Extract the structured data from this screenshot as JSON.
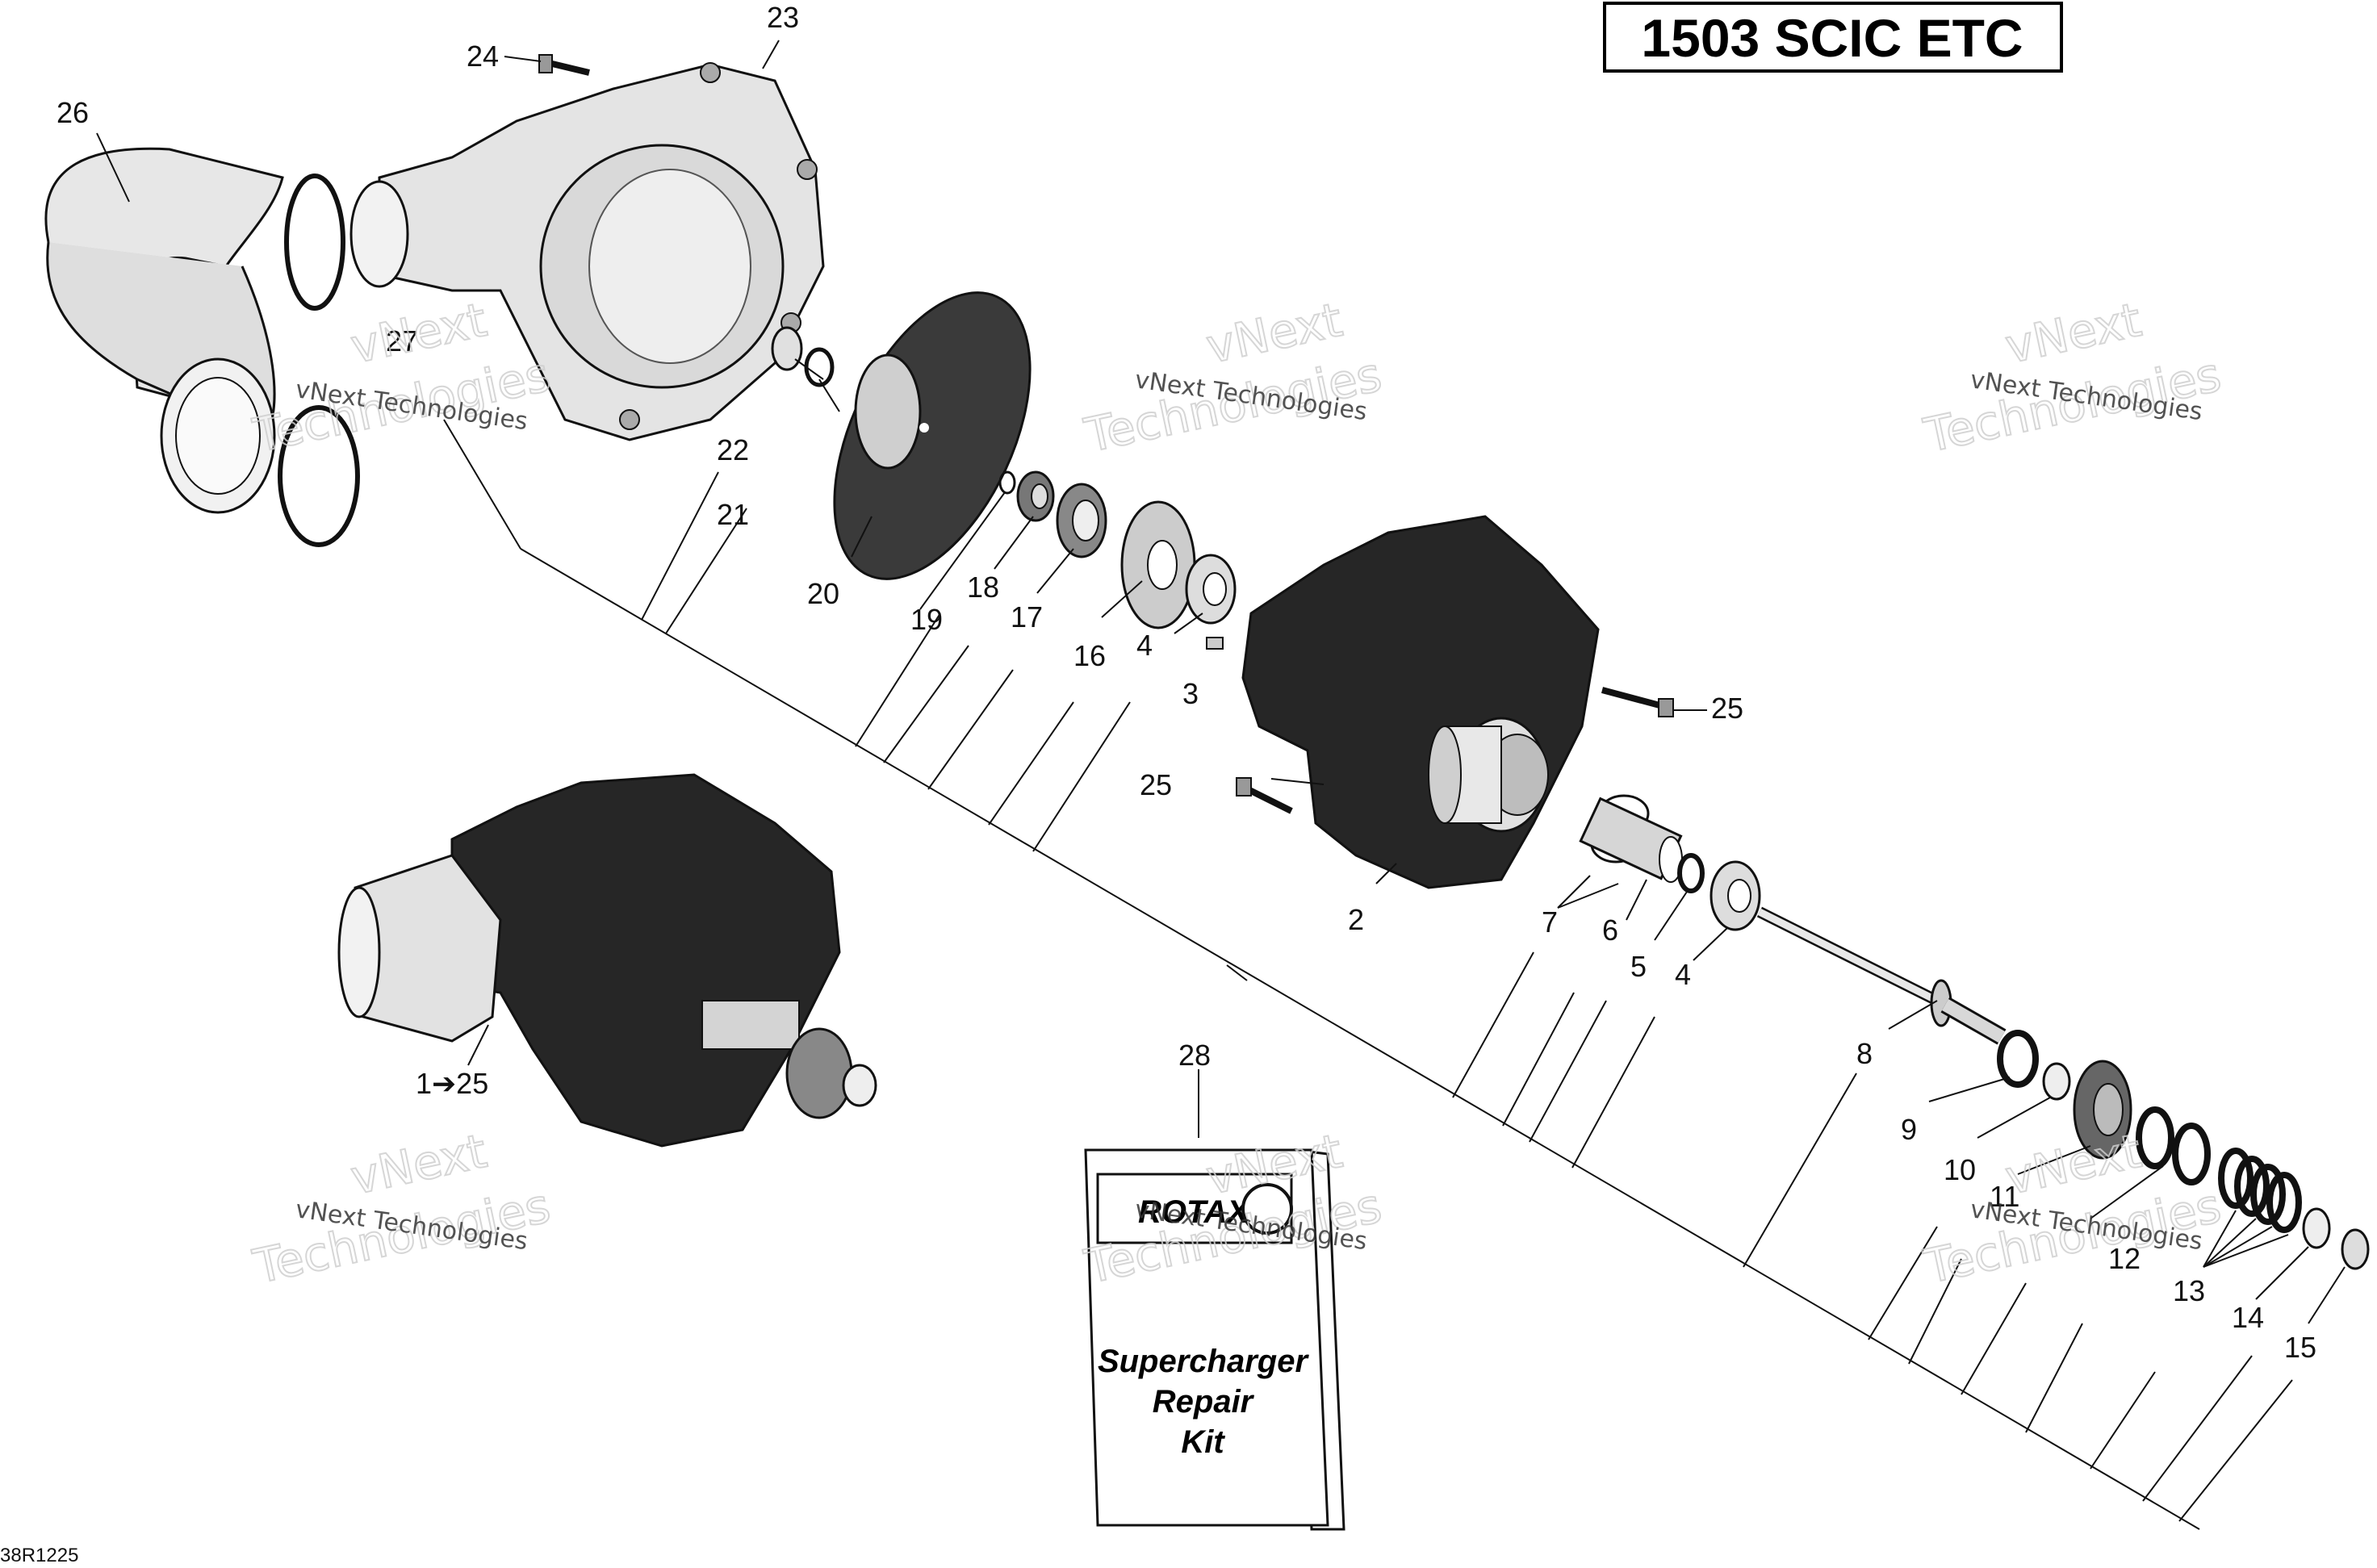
{
  "header": {
    "model_badge": "1503 SCIC ETC"
  },
  "diagram_code": "38R1225",
  "watermark": {
    "line1": "vNext Technologies",
    "line2": "vNext",
    "line3": "Technologies"
  },
  "kit": {
    "brand": "ROTAX",
    "title_line1": "Supercharger",
    "title_line2": "Repair",
    "title_line3": "Kit"
  },
  "callouts": [
    "24",
    "23",
    "26",
    "27",
    "22",
    "21",
    "20",
    "19",
    "18",
    "17",
    "16",
    "4",
    "3",
    "25",
    "25",
    "2",
    "7",
    "6",
    "5",
    "4",
    "8",
    "9",
    "10",
    "11",
    "12",
    "13",
    "14",
    "15",
    "28",
    "1➔25"
  ]
}
